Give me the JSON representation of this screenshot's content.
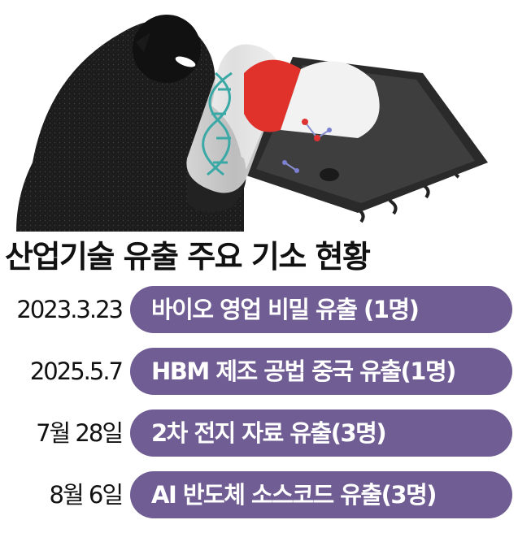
{
  "heading": {
    "title": "산업기술 유출 주요 기소 현황"
  },
  "colors": {
    "pill_background": "#6f5d93",
    "pill_text": "#ffffff",
    "date_text": "#111111",
    "illustration_figure": "#1a1a1a",
    "illustration_chip": "#3a3a3a",
    "illustration_capsule_red": "#e0322b",
    "illustration_dna": "#3aa9a6"
  },
  "illustration": {
    "icons": [
      "hooded-figure-icon",
      "capsule-icon",
      "dna-helix-icon",
      "microchip-icon",
      "molecule-icon"
    ]
  },
  "cases": [
    {
      "date": "2023.3.23",
      "description": "바이오 영업 비밀 유출 (1명)"
    },
    {
      "date": "2025.5.7",
      "description": "HBM 제조 공법 중국 유출(1명)"
    },
    {
      "date": "7월 28일",
      "description": "2차 전지 자료 유출(3명)"
    },
    {
      "date": "8월 6일",
      "description": "AI 반도체 소스코드 유출(3명)"
    }
  ]
}
